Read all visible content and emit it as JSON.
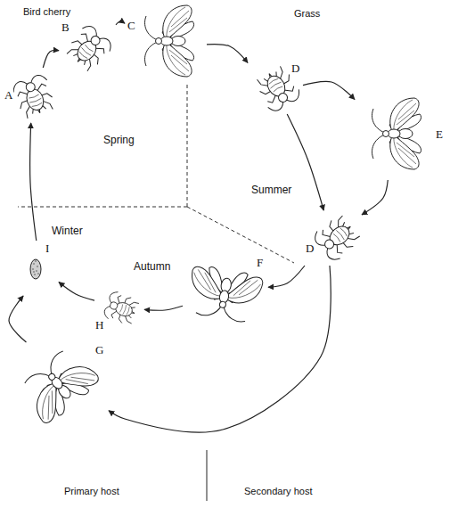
{
  "diagram": {
    "nodes": [
      {
        "text": [
          "A"
        ]
      },
      {
        "text": [
          "B"
        ]
      },
      {
        "text": [
          "C"
        ]
      },
      {
        "text": [
          "D"
        ]
      },
      {
        "text": [
          "E"
        ]
      },
      {
        "text": [
          "D"
        ]
      },
      {
        "text": [
          "F"
        ]
      },
      {
        "text": [
          "G"
        ]
      },
      {
        "text": [
          "H"
        ]
      },
      {
        "text": [
          "I"
        ]
      }
    ],
    "edges": [
      {
        "from": 0,
        "to": 1,
        "arrow": "to"
      },
      {
        "from": 1,
        "to": 2,
        "arrow": "to"
      },
      {
        "from": 2,
        "to": 3,
        "arrow": "to"
      },
      {
        "from": 3,
        "to": 4,
        "arrow": "to"
      },
      {
        "from": 4,
        "to": 5,
        "arrow": "to"
      },
      {
        "from": 3,
        "to": 5,
        "arrow": "to"
      },
      {
        "from": 5,
        "to": 6,
        "arrow": "to"
      },
      {
        "from": 5,
        "to": 7,
        "arrow": "to"
      },
      {
        "from": 6,
        "to": 8,
        "arrow": "to"
      },
      {
        "from": 7,
        "to": 9,
        "arrow": "to"
      },
      {
        "from": 8,
        "to": 9,
        "arrow": "to"
      },
      {
        "from": 9,
        "to": 0,
        "arrow": "to"
      }
    ],
    "labels": [
      "Bird cherry",
      "Grass",
      "Spring",
      "Summer",
      "Winter",
      "Autumn",
      "Primary host",
      "Secondary host"
    ]
  }
}
